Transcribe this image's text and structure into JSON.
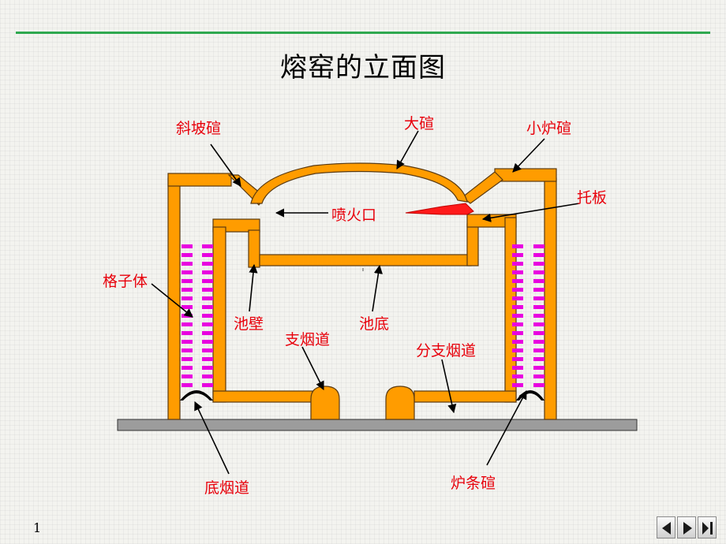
{
  "slide": {
    "title": "熔窑的立面图",
    "page_number": "1"
  },
  "labels": {
    "sloped_crown": "斜坡碹",
    "main_crown": "大碹",
    "small_crown": "小炉碹",
    "support_plate": "托板",
    "burner_port": "喷火口",
    "checker_work": "格子体",
    "tank_wall": "池壁",
    "tank_bottom": "池底",
    "branch_flue": "支烟道",
    "sub_branch_flue": "分支烟道",
    "bottom_flue": "底烟道",
    "grate_arch": "炉条碹"
  },
  "navigation": {
    "first_icon": "first-slide-icon",
    "prev_icon": "previous-slide-icon",
    "next_icon": "next-slide-icon"
  },
  "colors": {
    "structure_fill": "#ff9c00",
    "structure_stroke": "#5a3a10",
    "checker_fill": "#e800e0",
    "label_text": "#e8000b",
    "flame": "#ff1a1a",
    "ground": "#9c9c9c",
    "rule": "#2fa84f"
  }
}
